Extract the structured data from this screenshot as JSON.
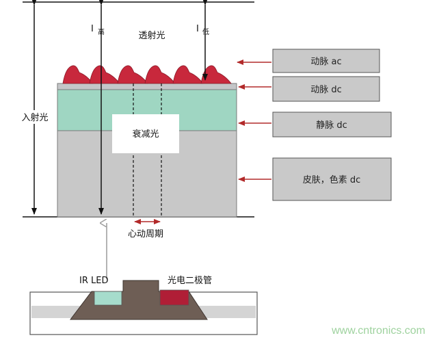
{
  "labels": {
    "transmitted_light": "透射光",
    "i_high_letter": "I",
    "i_high_sub": "高",
    "i_low_letter": "I",
    "i_low_sub": "低",
    "incident_light": "入射光",
    "attenuated_light": "衰减光",
    "cardiac_cycle": "心动周期",
    "ir_led": "IR LED",
    "photodiode": "光电二极管",
    "watermark": "www.cntronics.com"
  },
  "legend": [
    {
      "id": "artery-ac",
      "text": "动脉 ac"
    },
    {
      "id": "artery-dc",
      "text": "动脉 dc"
    },
    {
      "id": "vein-dc",
      "text": "静脉 dc"
    },
    {
      "id": "skin-dc",
      "text": "皮肤，色素 dc"
    }
  ],
  "colors": {
    "pulse_red": "#c8283c",
    "arrow_red": "#b22a2a",
    "artery_dc_strip": "#c4c6c8",
    "vein_layer": "#9fd6c2",
    "tissue_layer": "#c8c8c8",
    "legend_box": "#c9c9c9",
    "led_green": "#a6dccc",
    "photodiode_red": "#b01e36",
    "sensor_body": "#6e5e55",
    "watermark": "#9ed29e"
  }
}
